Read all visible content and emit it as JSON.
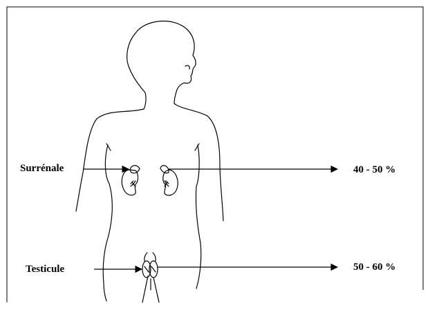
{
  "labels": {
    "adrenal": "Surrénale",
    "testis": "Testicule"
  },
  "values": {
    "adrenal_pct": "40 - 50 %",
    "testis_pct": "50 - 60 %"
  }
}
